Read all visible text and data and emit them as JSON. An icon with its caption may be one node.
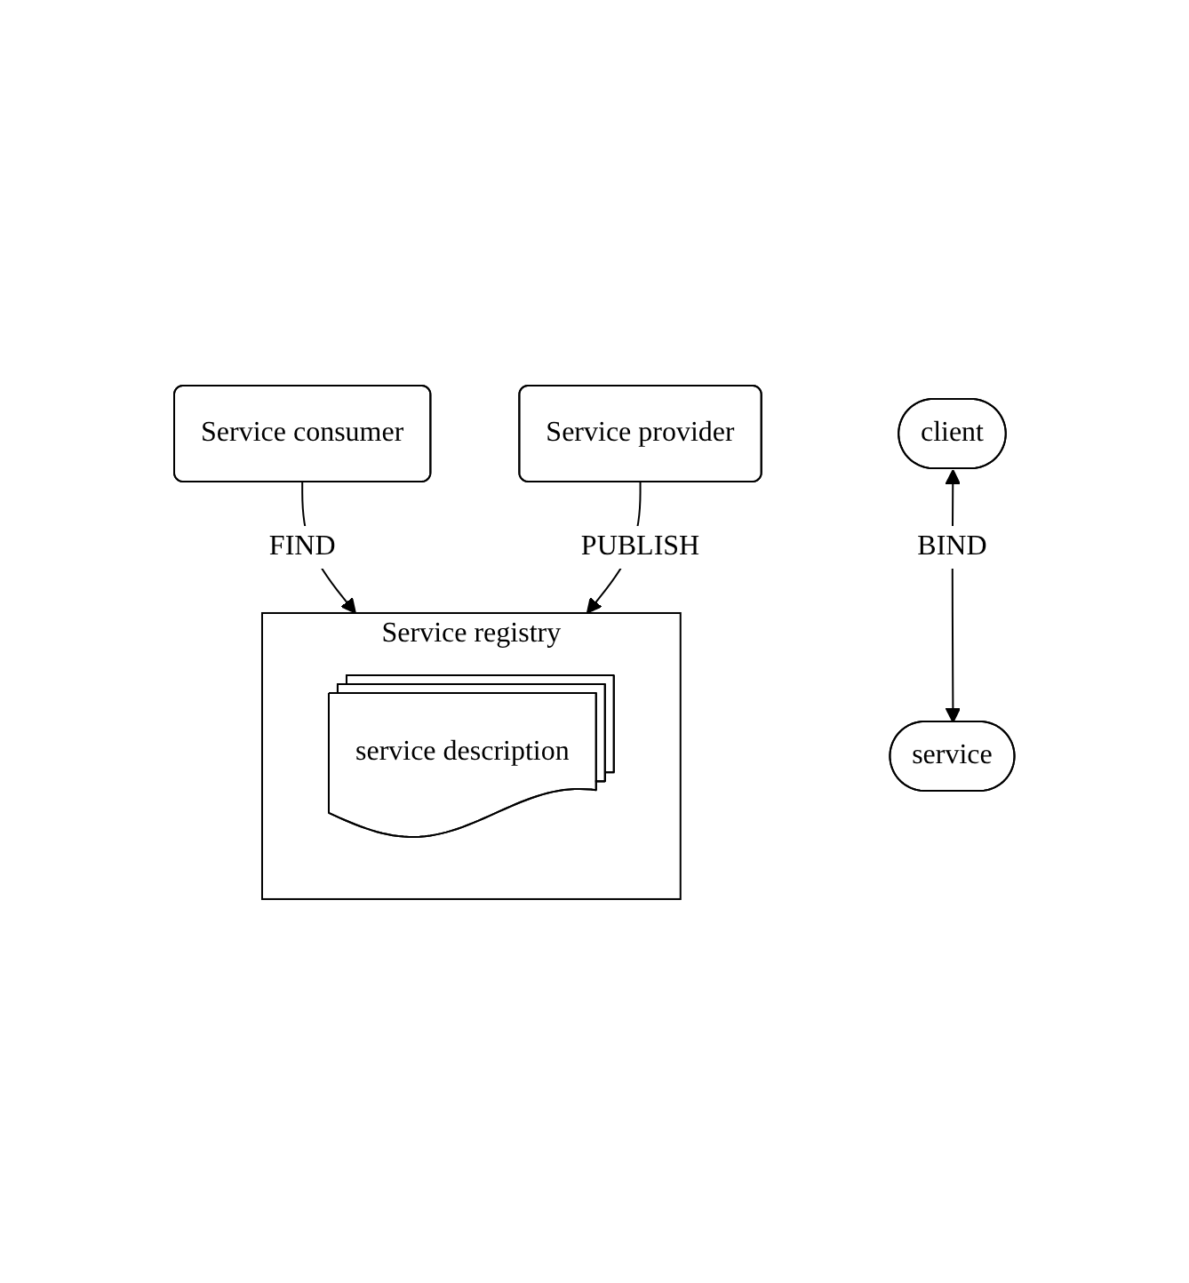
{
  "diagram": {
    "nodes": [
      {
        "text": [
          "Service consumer"
        ]
      },
      {
        "text": [
          "client"
        ]
      },
      {
        "text": [
          "Service provider"
        ]
      },
      {
        "text": [
          "service"
        ]
      },
      {
        "text": [
          "Service registry"
        ]
      },
      {
        "text": [
          "service description"
        ],
        "in": 4
      }
    ],
    "edges": [
      {
        "from": 1,
        "to": 3,
        "arrow": "both",
        "label": "BIND"
      },
      {
        "from": 0,
        "to": 4,
        "arrow": "to",
        "label": "FIND"
      },
      {
        "from": 2,
        "to": 4,
        "arrow": "to",
        "label": "PUBLISH"
      }
    ]
  }
}
